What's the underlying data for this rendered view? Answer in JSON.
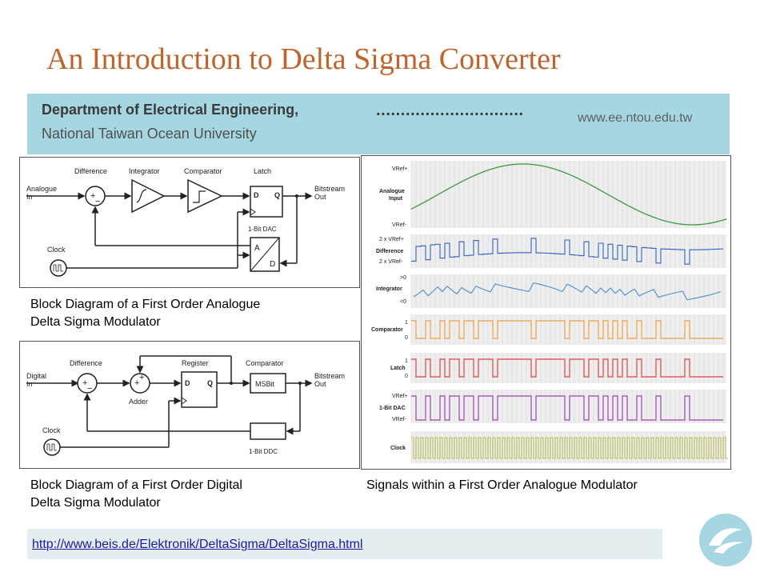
{
  "title": "An Introduction to Delta Sigma Converter",
  "header": {
    "department": "Department of Electrical Engineering,",
    "university": "National Taiwan Ocean University",
    "dots": "..............................",
    "website": "www.ee.ntou.edu.tw"
  },
  "analog_diagram": {
    "difference": "Difference",
    "integrator": "Integrator",
    "comparator": "Comparator",
    "latch": "Latch",
    "input_line1": "Analogue",
    "input_line2": "In",
    "output_line1": "Bitstream",
    "output_line2": "Out",
    "dac": "1-Bit DAC",
    "clock": "Clock",
    "d": "D",
    "q": "Q",
    "a": "A",
    "dd": "D"
  },
  "digital_diagram": {
    "difference": "Difference",
    "register": "Register",
    "comparator": "Comparator",
    "input_line1": "Digital",
    "input_line2": "In",
    "adder": "Adder",
    "msbit": "MSBit",
    "output_line1": "Bitstream",
    "output_line2": "Out",
    "ddc": "1-Bit DDC",
    "clock": "Clock",
    "d": "D",
    "q": "Q"
  },
  "signals": {
    "vref_plus": "VRef+",
    "analogue_input_1": "Analogue",
    "analogue_input_2": "Input",
    "vref_minus": "VRef-",
    "two_vref_plus": "2 x VRef+",
    "difference": "Difference",
    "two_vref_minus": "2 x VRef-",
    "gt0": ">0",
    "integrator": "Integrator",
    "lt0": "<0",
    "one": "1",
    "comparator": "Comparator",
    "zero": "0",
    "latch": "Latch",
    "one_bit_dac": "1-Bit DAC",
    "clock": "Clock"
  },
  "captions": {
    "analog_line1": "Block Diagram of a First Order Analogue",
    "analog_line2": "Delta Sigma Modulator",
    "digital_line1": "Block Diagram of a First Order Digital",
    "digital_line2": "Delta Sigma Modulator",
    "signals": "Signals within a First Order Analogue Modulator"
  },
  "link": "http://www.beis.de/Elektronik/DeltaSigma/DeltaSigma.html",
  "colors": {
    "title": "#c0642c",
    "banner": "#a5d6e1",
    "sine": "#3c9a3c",
    "difference": "#3060c8",
    "integrator": "#4a90d0",
    "comparator": "#f0a040",
    "latch": "#e04040",
    "dac": "#9a40b0",
    "clock": "#a8a820",
    "logo": "#a5d6e1"
  }
}
